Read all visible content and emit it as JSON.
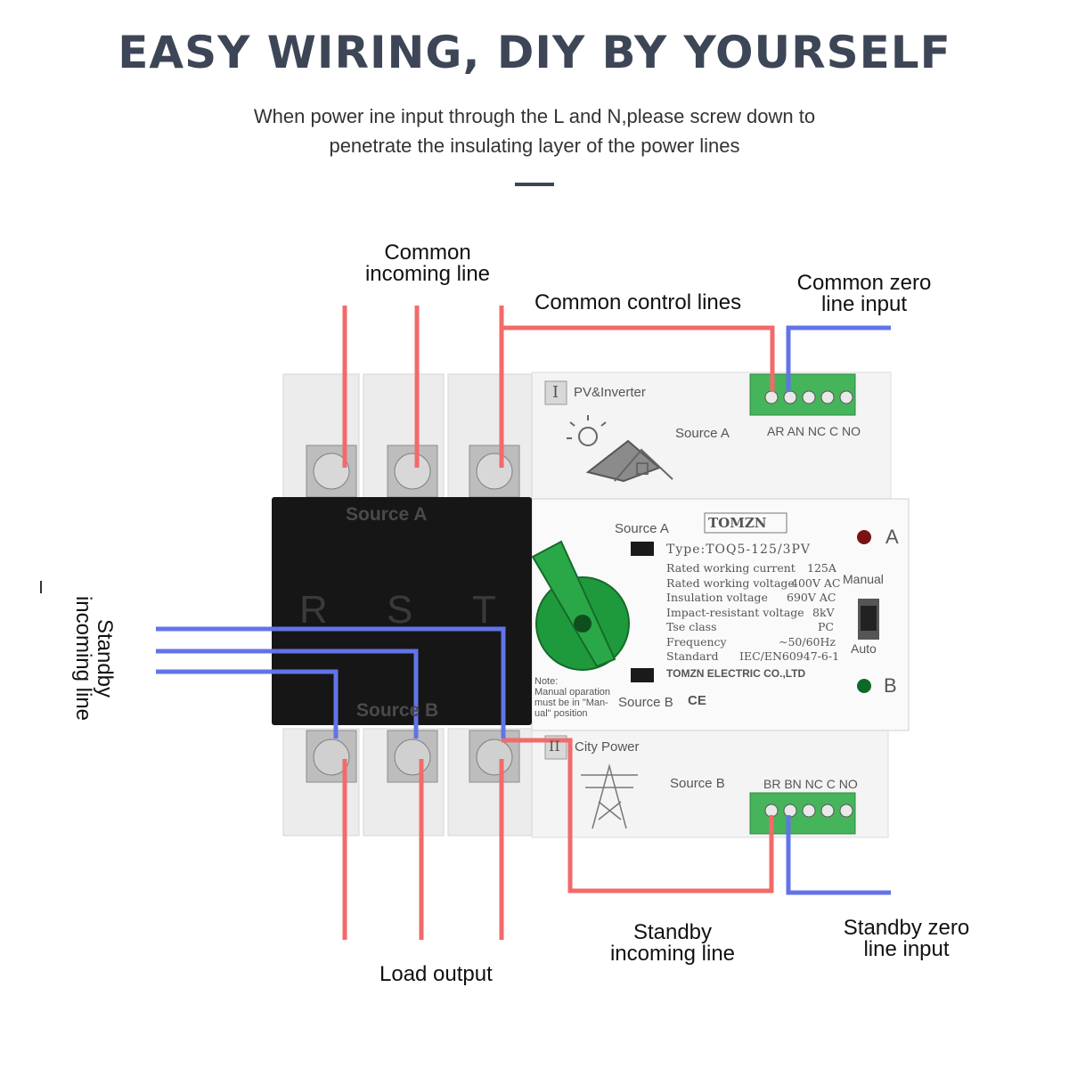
{
  "header": {
    "title": "EASY WIRING, DIY BY YOURSELF",
    "subtitle_line1": "When power ine input through the L and N,please screw down to",
    "subtitle_line2": "penetrate the insulating layer of the power lines"
  },
  "labels": {
    "common_incoming_1": "Common",
    "common_incoming_2": "incoming line",
    "common_control": "Common control lines",
    "common_zero_1": "Common zero",
    "common_zero_2": "line input",
    "standby_incoming_left_1": "Standby",
    "standby_incoming_left_2": "incoming line",
    "standby_incoming_bottom_1": "Standby",
    "standby_incoming_bottom_2": "incoming line",
    "standby_zero_1": "Standby zero",
    "standby_zero_2": "line input",
    "load_output": "Load output"
  },
  "device": {
    "source_a_black": "Source A",
    "source_b_black": "Source B",
    "phase_r": "R",
    "phase_s": "S",
    "phase_t": "T",
    "roman_i": "I",
    "pv_inverter": "PV&Inverter",
    "source_a_top": "Source A",
    "terminals_top": "AR AN NC C NO",
    "roman_ii": "II",
    "city_power": "City Power",
    "source_b_bottom": "Source B",
    "terminals_bottom": "BR BN NC C NO",
    "panel_source_a": "Source A",
    "panel_source_b": "Source B",
    "brand": "TOMZN",
    "type": "Type:TOQ5-125/3PV",
    "ce_mark": "CE",
    "indicator_a": "A",
    "indicator_b": "B",
    "manual": "Manual",
    "auto": "Auto",
    "manufacturer": "TOMZN ELECTRIC CO.,LTD",
    "note_1": "Note:",
    "note_2": "Manual oparation",
    "note_3": "must be in \"Man-",
    "note_4": "ual\" position",
    "specs": [
      {
        "name": "Rated working current",
        "value": "125A"
      },
      {
        "name": "Rated working voltage",
        "value": "400V AC"
      },
      {
        "name": "Insulation voltage",
        "value": "690V AC"
      },
      {
        "name": "Impact-resistant voltage",
        "value": "8kV"
      },
      {
        "name": "Tse class",
        "value": "PC"
      },
      {
        "name": "Frequency",
        "value": "~50/60Hz"
      },
      {
        "name": "Standard",
        "value": "IEC/EN60947-6-1"
      }
    ]
  },
  "colors": {
    "title": "#3d4656",
    "live_wire": "#f26a6a",
    "neutral_wire": "#6274e8",
    "body_black": "#161616",
    "terminal_green": "#46b45a",
    "knob_green": "#1e9a3c"
  }
}
